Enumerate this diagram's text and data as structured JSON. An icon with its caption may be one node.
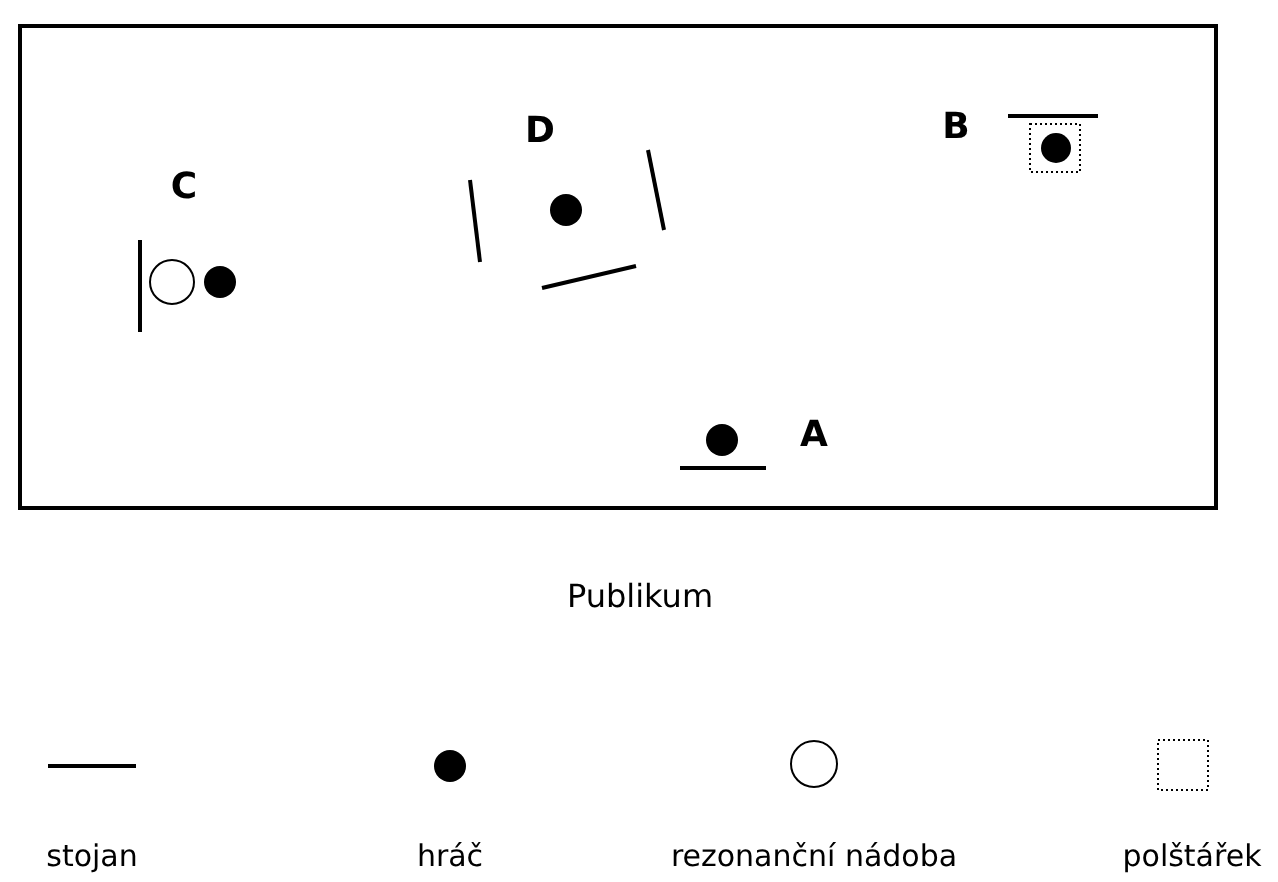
{
  "diagram": {
    "labels": [
      "D",
      "B",
      "C",
      "A",
      "Publikum"
    ],
    "legend": [
      {
        "text": "stojan"
      },
      {
        "text": "hráč"
      },
      {
        "text": "rezonanční nádoba"
      },
      {
        "text": "polštářek"
      }
    ]
  }
}
